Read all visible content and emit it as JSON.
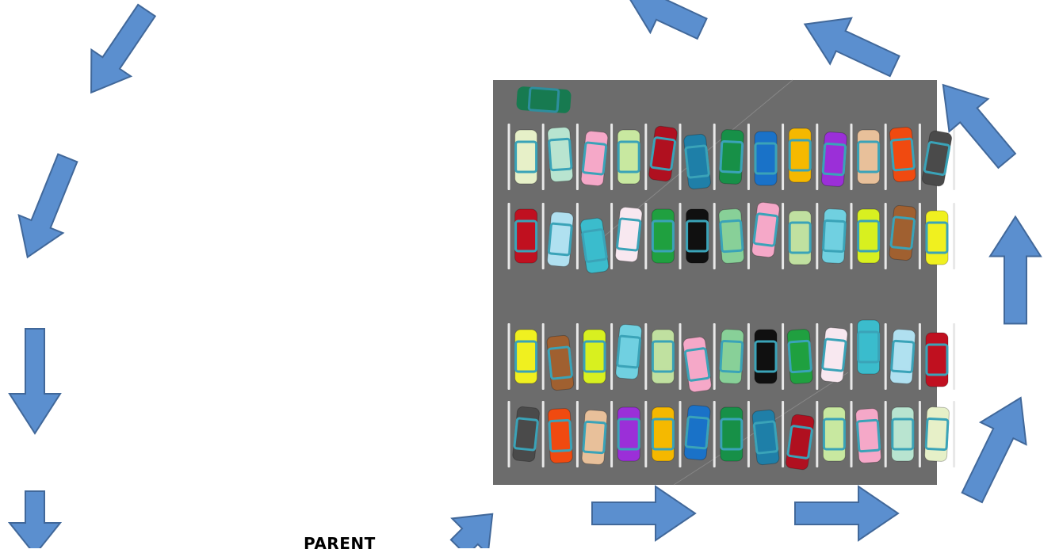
{
  "colors": {
    "arrow_fill": "#5b8fcf",
    "arrow_stroke": "#41689a",
    "lot_background": "#6c6c6c",
    "space_line": "#e8e8e8",
    "windshield": "#3aa3b8"
  },
  "icons": {
    "arrow": "block-arrow-icon",
    "car": "car-top-view-icon",
    "lot": "parking-lot-image"
  },
  "label": {
    "text": "PARENT"
  },
  "lot": {
    "rows": [
      {
        "name": "row-1",
        "cars": [
          "#e6f0c8",
          "#b8e4d0",
          "#f5a8c8",
          "#c8e8a0",
          "#b01020",
          "#1f7fa8",
          "#179048",
          "#1a72c8",
          "#f5b800",
          "#9b2fd8",
          "#e8c09a",
          "#f04a10",
          "#4a4a4a"
        ]
      },
      {
        "name": "row-2",
        "cars": [
          "#c01020",
          "#b0e0f0",
          "#3bbccc",
          "#f8e8f0",
          "#20a040",
          "#101010",
          "#88d098",
          "#f5a8c8",
          "#c0e0a0",
          "#70d0e0",
          "#d8f020",
          "#a06030",
          "#f0f020"
        ]
      },
      {
        "name": "row-3",
        "cars": [
          "#f0f020",
          "#a06030",
          "#d8f020",
          "#70d0e0",
          "#c0e0a0",
          "#f5a8c8",
          "#88d098",
          "#101010",
          "#20a040",
          "#f8e8f0",
          "#3bbccc",
          "#b0e0f0",
          "#c01020"
        ]
      },
      {
        "name": "row-4",
        "cars": [
          "#4a4a4a",
          "#f04a10",
          "#e8c09a",
          "#9b2fd8",
          "#f5b800",
          "#1a72c8",
          "#179048",
          "#1f7fa8",
          "#b01020",
          "#c8e8a0",
          "#f5a8c8",
          "#b8e4d0",
          "#e6f0c8"
        ]
      }
    ],
    "stray_car": "#177a50"
  }
}
